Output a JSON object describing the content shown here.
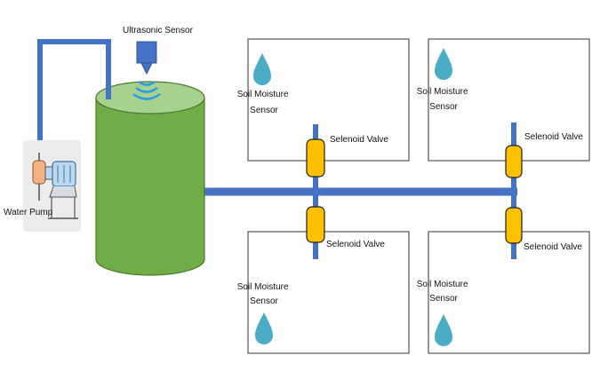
{
  "labels": {
    "ultrasonic_sensor": "Ultrasonic Sensor",
    "water_pump": "Water Pump",
    "soil_moisture_line1": "Soil Moisture",
    "soil_moisture_line2": "Sensor",
    "selenoid_valve": "Selenoid Valve"
  },
  "colors": {
    "pipe": "#4472C4",
    "tank_body": "#70AD47",
    "tank_top": "#A9D18E",
    "tank_outline": "#4E7A30",
    "sensor": "#4472C4",
    "waves": "#2E9BE8",
    "valve_fill": "#FFC000",
    "valve_outline": "#1F1F1F",
    "drop": "#4BACC6",
    "field_border": "#555555"
  },
  "icons": {
    "sensor": "ultrasonic-sensor-icon",
    "pump": "water-pump-icon",
    "drop": "water-drop-icon",
    "valve": "solenoid-valve-icon"
  }
}
